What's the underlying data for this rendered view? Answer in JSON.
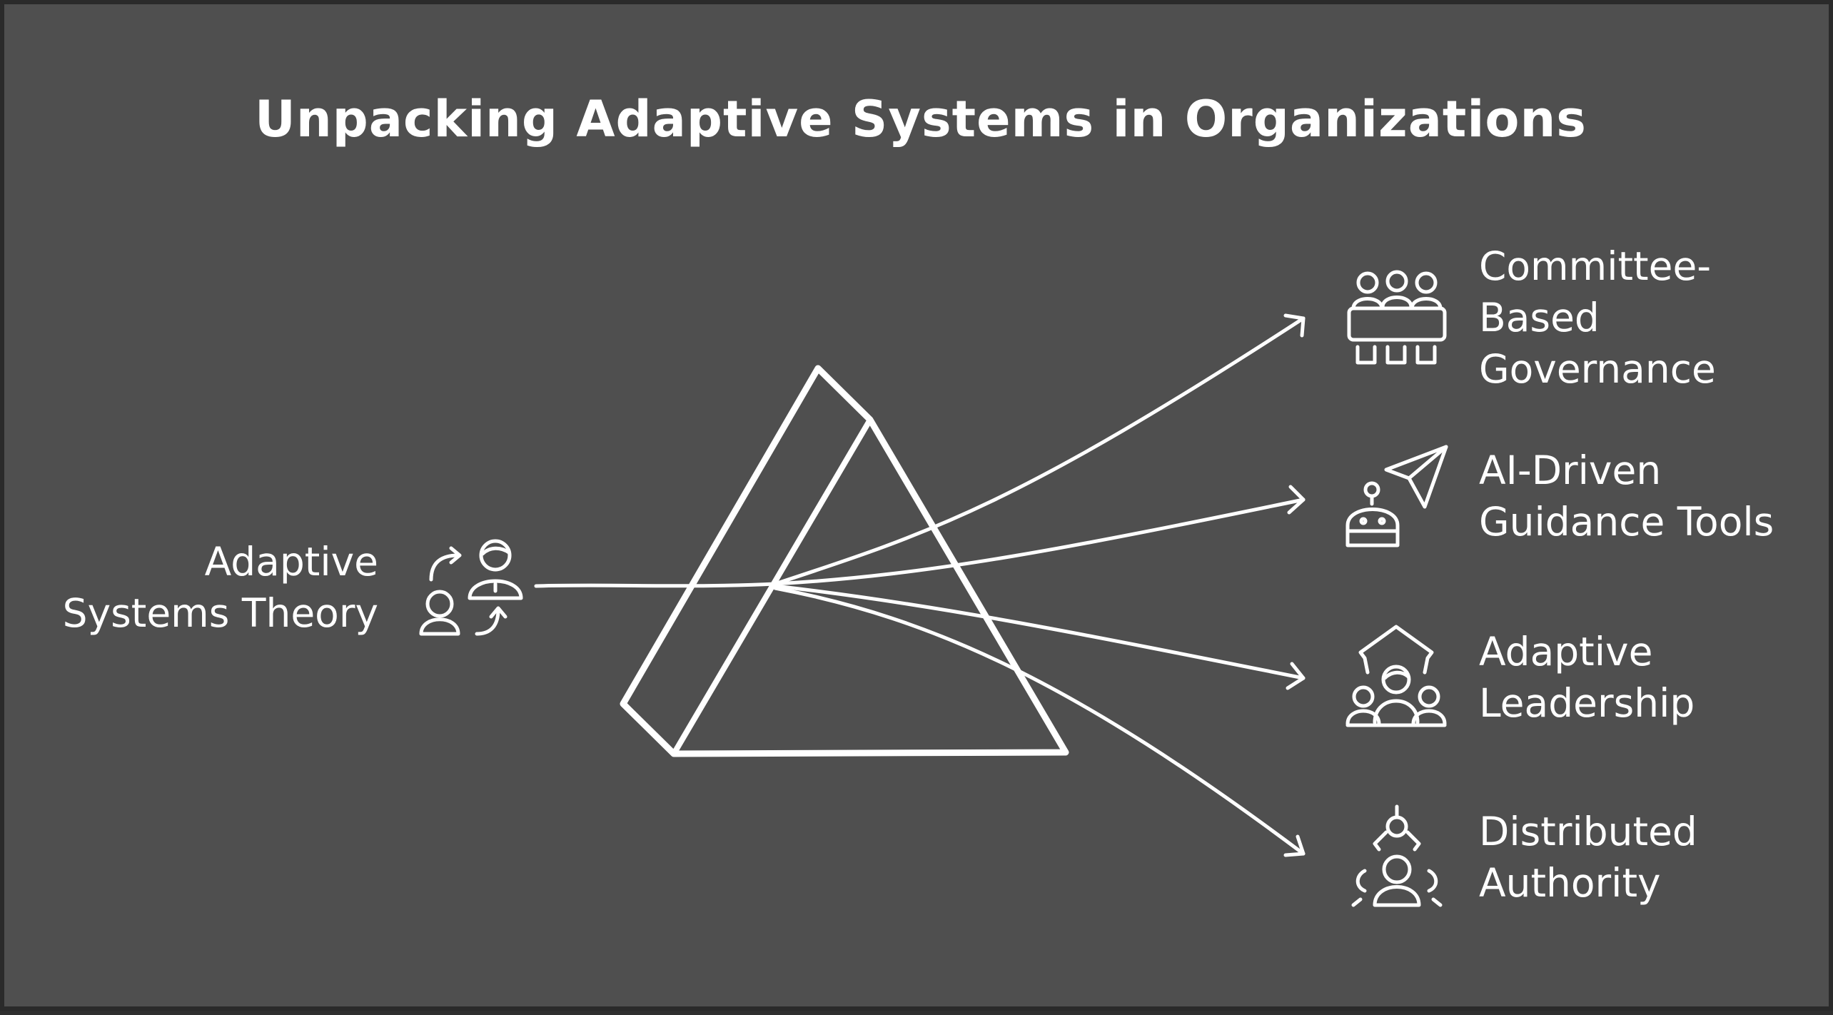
{
  "title": "Unpacking Adaptive Systems in Organizations",
  "source": {
    "lines": [
      "Adaptive",
      "Systems Theory"
    ],
    "icon": "people-exchange-icon"
  },
  "outputs": [
    {
      "lines": [
        "Committee-",
        "Based",
        "Governance"
      ],
      "icon": "committee-table-icon"
    },
    {
      "lines": [
        "AI-Driven",
        "Guidance Tools"
      ],
      "icon": "robot-paper-plane-icon"
    },
    {
      "lines": [
        "Adaptive",
        "Leadership"
      ],
      "icon": "leader-up-arrow-icon"
    },
    {
      "lines": [
        "Distributed",
        "Authority"
      ],
      "icon": "distributed-network-icon"
    }
  ],
  "colors": {
    "background": "#4f4f4f",
    "border": "#2a2a2a",
    "stroke": "#ffffff"
  }
}
